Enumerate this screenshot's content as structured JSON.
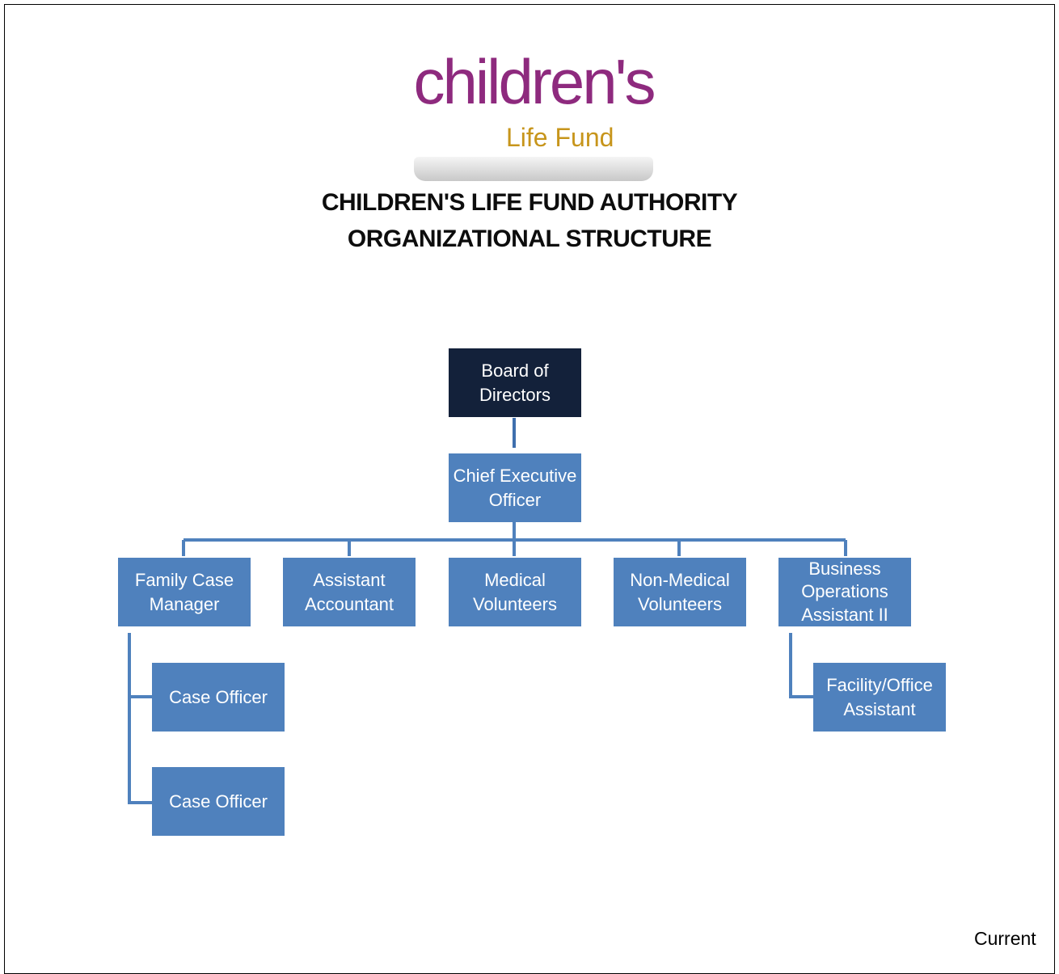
{
  "logo": {
    "main": "children's",
    "sub": "Life Fund"
  },
  "title_line1": "CHILDREN'S LIFE FUND AUTHORITY",
  "title_line2": "ORGANIZATIONAL STRUCTURE",
  "nodes": {
    "board": "Board of Directors",
    "ceo": "Chief Executive Officer",
    "family_case_manager": "Family Case Manager",
    "assistant_accountant": "Assistant Accountant",
    "medical_volunteers": "Medical Volunteers",
    "non_medical_volunteers": "Non-Medical Volunteers",
    "business_ops": "Business Operations Assistant II",
    "case_officer_1": "Case Officer",
    "case_officer_2": "Case Officer",
    "facility_assistant": "Facility/Office Assistant"
  },
  "footer": "Current",
  "colors": {
    "box": "#4f81bd",
    "board": "#13213a",
    "connector": "#4f81bd"
  }
}
